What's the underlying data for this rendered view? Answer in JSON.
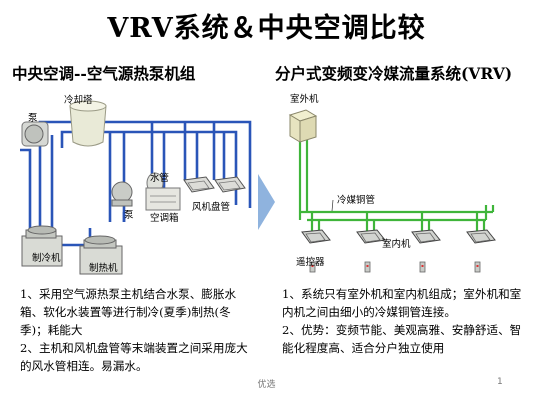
{
  "slide": {
    "title": "VRV系统＆中央空调比较",
    "footer": "优选",
    "page_number": "1"
  },
  "left": {
    "subtitle": "中央空调--空气源热泵机组",
    "labels": {
      "cooling_tower": "冷却塔",
      "pump_top": "泵",
      "pump_mid": "泵",
      "water_pipe": "水管",
      "air_handler": "空调箱",
      "fan_coil": "风机盘管",
      "chiller": "制冷机",
      "heater": "制热机"
    },
    "paragraphs": [
      "1、采用空气源热泵主机结合水泵、膨胀水箱、软化水装置等进行制冷(夏季)制热(冬季)；耗能大",
      "2、主机和风机盘管等末端装置之间采用庞大的风水管相连。易漏水。"
    ]
  },
  "right": {
    "subtitle": "分户式变频变冷媒流量系统(VRV)",
    "labels": {
      "outdoor_unit": "室外机",
      "copper_pipe": "冷媒铜管",
      "indoor_unit": "室内机",
      "remote": "遥控器"
    },
    "paragraphs": [
      "1、系统只有室外机和室内机组成；室外机和室内机之间由细小的冷媒铜管连接。",
      "2、优势：变频节能、美观高雅、安静舒适、智能化程度高、适合分户独立使用"
    ]
  },
  "colors": {
    "water_pipe": "#2a55b8",
    "copper_pipe": "#3fb53a",
    "arrow": "#8fb3de"
  }
}
